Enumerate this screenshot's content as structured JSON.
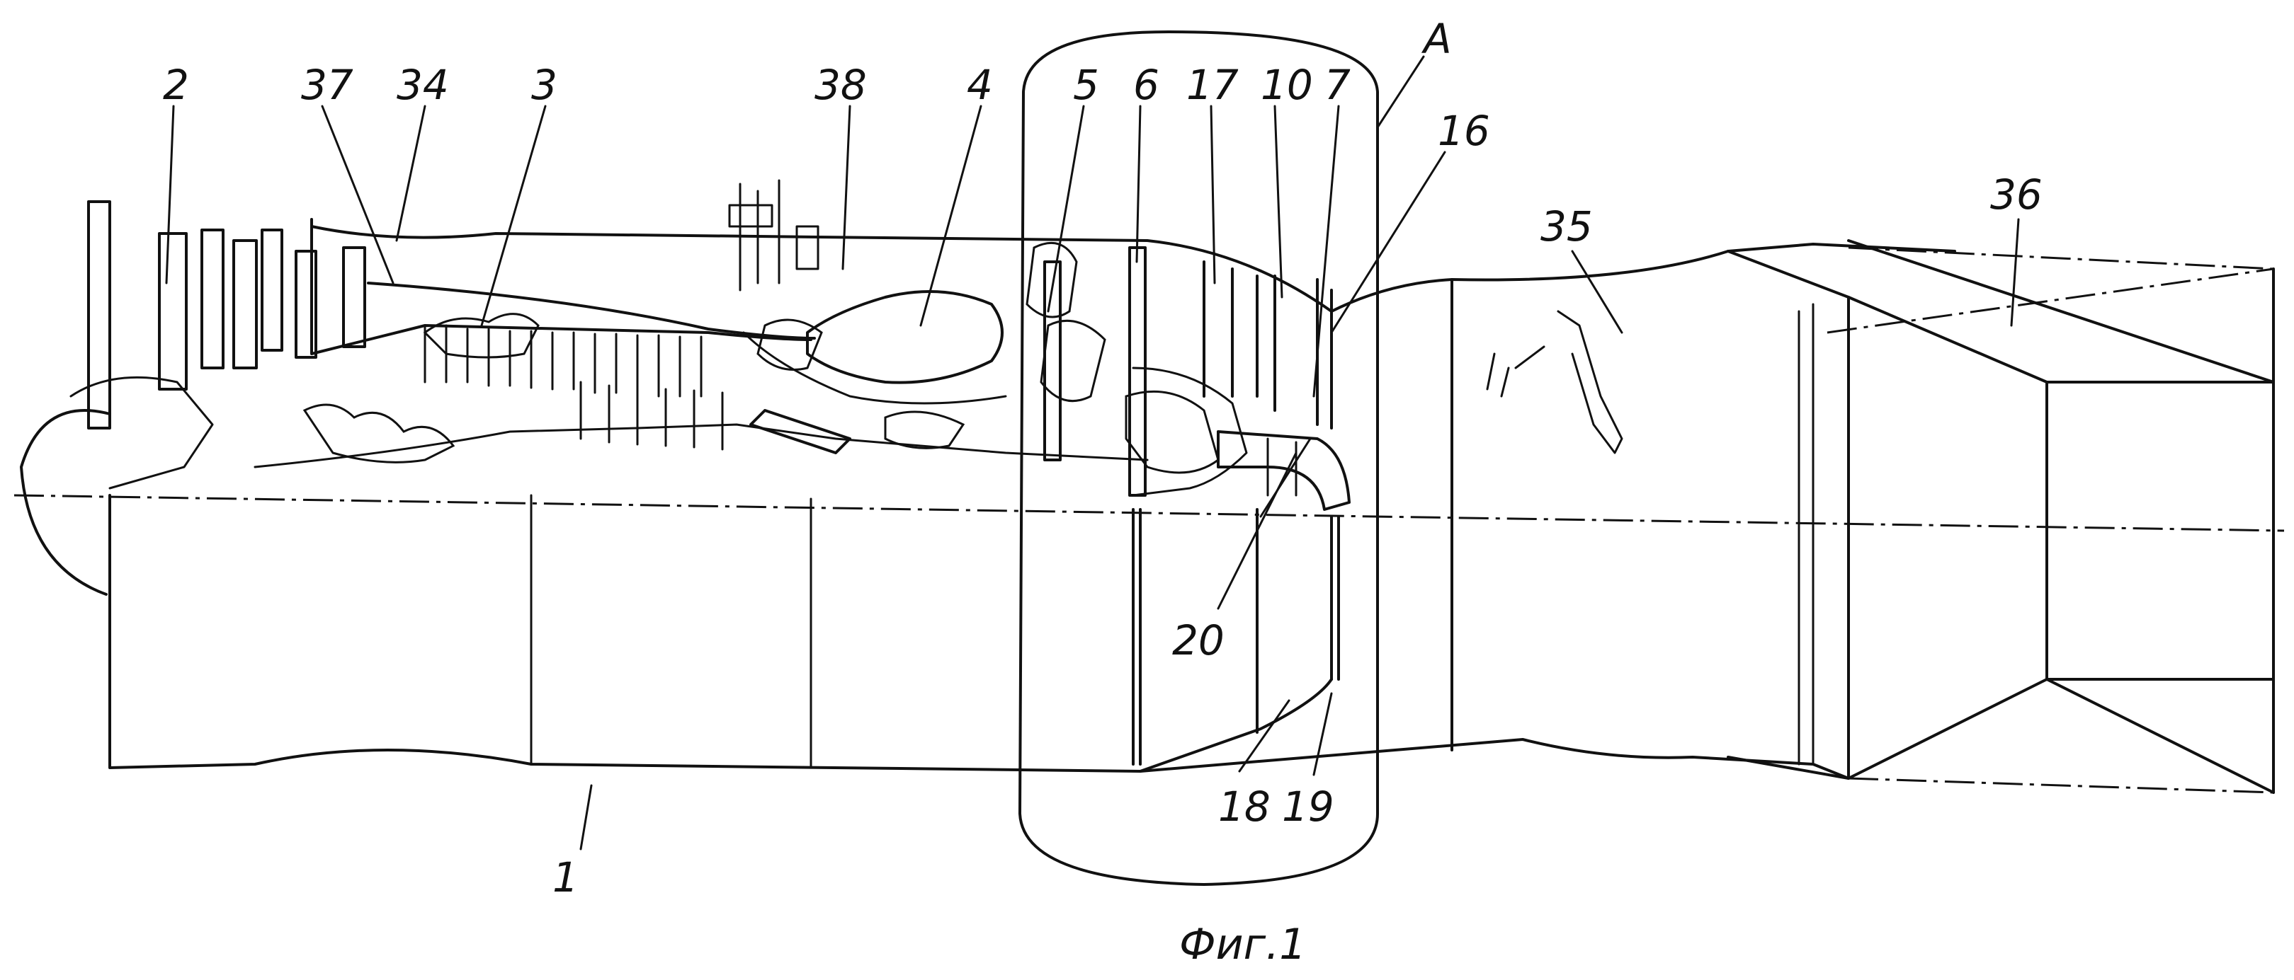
{
  "labels": {
    "l1": "1",
    "l2": "2",
    "l3": "3",
    "l4": "4",
    "l5": "5",
    "l6": "6",
    "l7": "7",
    "l10": "10",
    "l16": "16",
    "l17": "17",
    "l18": "18",
    "l19": "19",
    "l20": "20",
    "l34": "34",
    "l35": "35",
    "l36": "36",
    "l37": "37",
    "l38": "38",
    "lA": "A"
  },
  "caption": "Фиг.1"
}
